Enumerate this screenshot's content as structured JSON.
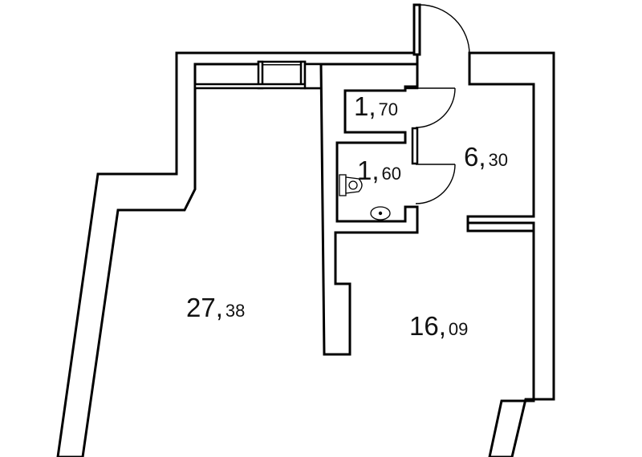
{
  "rooms": [
    {
      "id": "living",
      "whole": "27",
      "sep": ",",
      "frac": "38"
    },
    {
      "id": "room",
      "whole": "16",
      "sep": ",",
      "frac": "09"
    },
    {
      "id": "hall",
      "whole": "6",
      "sep": ",",
      "frac": "30"
    },
    {
      "id": "wc",
      "whole": "1",
      "sep": ",",
      "frac": "70"
    },
    {
      "id": "bath",
      "whole": "1",
      "sep": ",",
      "frac": "60"
    }
  ],
  "colors": {
    "wall": "#000000",
    "background": "#ffffff",
    "text": "#111111"
  },
  "icons": [
    "toilet-icon",
    "sink-icon"
  ]
}
